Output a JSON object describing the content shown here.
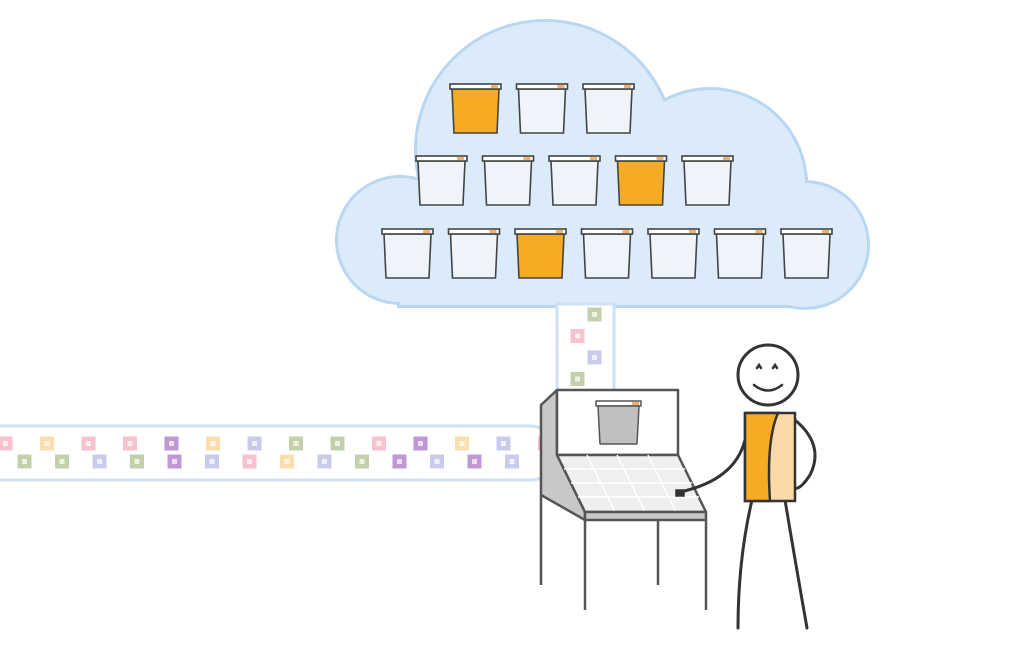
{
  "colors": {
    "cloud_fill": "#dcebf9",
    "cloud_stroke": "#b9d6f2",
    "bucket_fill": "#eef4fa",
    "bucket_highlight": "#f5ac24",
    "bucket_stroke": "#444444",
    "bucket_lid_tab": "#f0b26a",
    "machine_grey": "#c8c8c8",
    "machine_light": "#efefef",
    "person_vest": "#f5ac24",
    "person_vest_light": "#fcd9a8",
    "line": "#444444"
  },
  "cloud_buckets": {
    "rows": [
      {
        "highlighted": [
          true,
          false,
          false
        ]
      },
      {
        "highlighted": [
          false,
          false,
          false,
          true,
          false
        ]
      },
      {
        "highlighted": [
          false,
          false,
          true,
          false,
          false,
          false,
          false
        ]
      }
    ]
  },
  "machine_bucket": {
    "icon": "bucket-icon"
  },
  "data_icons": {
    "horizontal_top": [
      "pink",
      "yellow",
      "pink",
      "pink",
      "purple",
      "yellow",
      "lavender",
      "green",
      "green",
      "pink",
      "purple",
      "yellow",
      "lavender",
      "pink"
    ],
    "horizontal_bottom": [
      "green",
      "green",
      "lavender",
      "green",
      "purple",
      "lavender",
      "pink",
      "yellow",
      "lavender",
      "green",
      "purple",
      "lavender",
      "purple",
      "lavender"
    ],
    "vertical": [
      "green",
      "pink",
      "lavender",
      "green"
    ],
    "palette": {
      "pink": "#f5bcc8",
      "yellow": "#fbdba6",
      "purple": "#b78ed2",
      "lavender": "#c3c7e8",
      "green": "#bccba4"
    }
  }
}
